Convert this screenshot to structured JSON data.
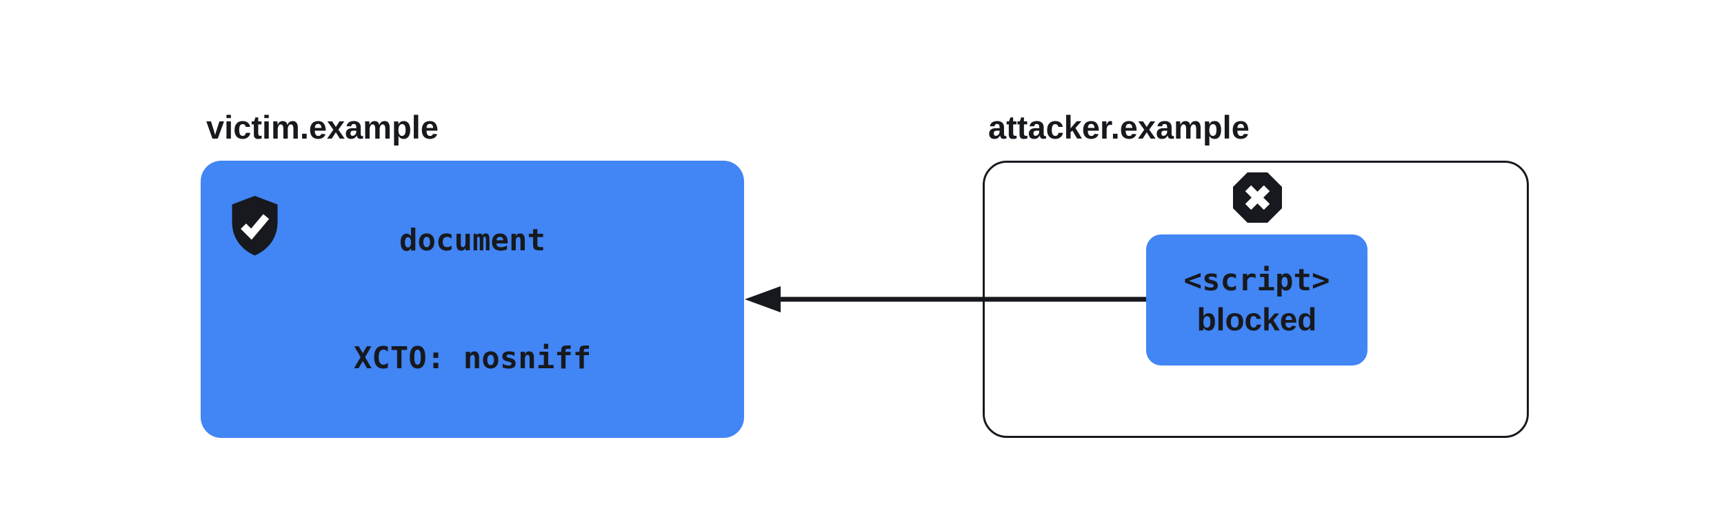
{
  "colors": {
    "accent_blue": "#4285F4",
    "ink": "#17191E",
    "background": "#FFFFFF"
  },
  "victim": {
    "label": "victim.example",
    "icon": "shield-check-icon",
    "doc_lines": [
      "document",
      "XCTO: nosniff"
    ]
  },
  "attacker": {
    "label": "attacker.example",
    "status_icon": "blocked-x-icon",
    "script_lines": [
      "<script>",
      "blocked"
    ]
  },
  "arrow": {
    "description": "response arrow from attacker.example script resource to victim.example document, pointing left"
  }
}
